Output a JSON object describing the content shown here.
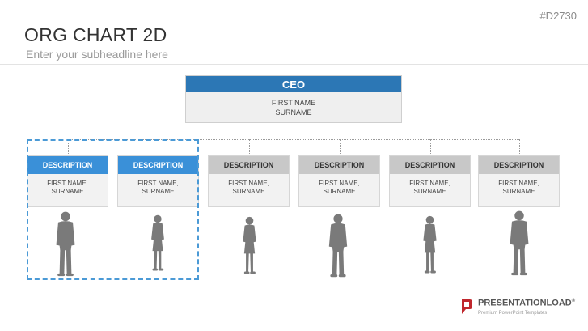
{
  "header": {
    "code": "#D2730",
    "title": "ORG CHART 2D",
    "subtitle": "Enter your subheadline here"
  },
  "ceo": {
    "role": "CEO",
    "name_line1": "FIRST NAME",
    "name_line2": "SURNAME"
  },
  "members": [
    {
      "role": "DESCRIPTION",
      "name_line1": "FIRST NAME,",
      "name_line2": "SURNAME",
      "highlighted": true
    },
    {
      "role": "DESCRIPTION",
      "name_line1": "FIRST NAME,",
      "name_line2": "SURNAME",
      "highlighted": true
    },
    {
      "role": "DESCRIPTION",
      "name_line1": "FIRST NAME,",
      "name_line2": "SURNAME",
      "highlighted": false
    },
    {
      "role": "DESCRIPTION",
      "name_line1": "FIRST NAME,",
      "name_line2": "SURNAME",
      "highlighted": false
    },
    {
      "role": "DESCRIPTION",
      "name_line1": "FIRST NAME,",
      "name_line2": "SURNAME",
      "highlighted": false
    },
    {
      "role": "DESCRIPTION",
      "name_line1": "FIRST NAME,",
      "name_line2": "SURNAME",
      "highlighted": false
    }
  ],
  "colors": {
    "ceo_header": "#2c77b5",
    "highlight_header": "#3a90d8",
    "normal_header": "#c8c8c8",
    "silhouette": "#7a7a7a",
    "selection": "#4b9ad6",
    "logo_red": "#c0272d"
  },
  "icons": {
    "person": "person-silhouette-icon",
    "logo": "presentationload-logo-icon"
  },
  "logo": {
    "text": "PRESENTATIONLOAD",
    "mark": "®",
    "tagline": "Premium PowerPoint Templates"
  }
}
